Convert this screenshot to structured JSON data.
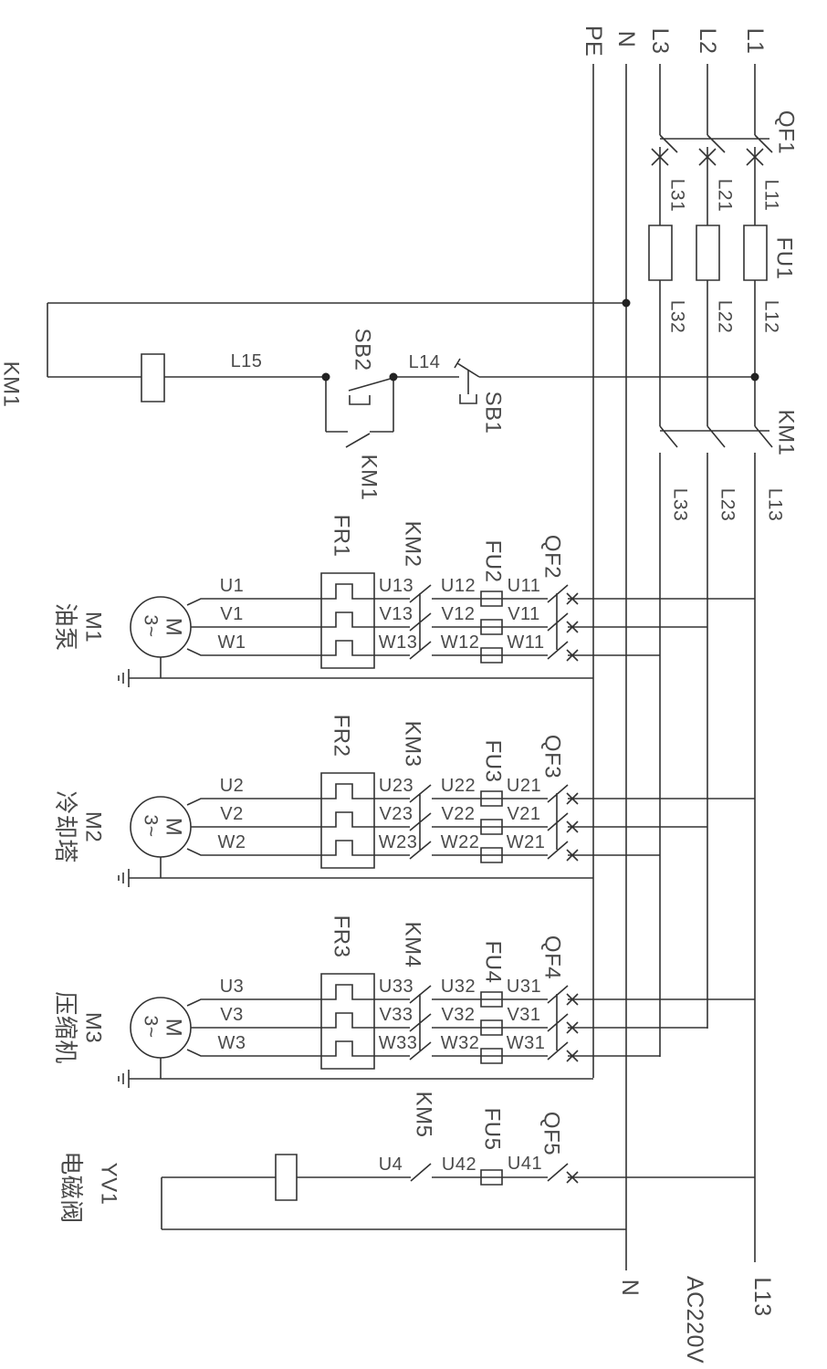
{
  "supply": {
    "l1": "L1",
    "l2": "L2",
    "l3": "L3",
    "n": "N",
    "pe": "PE"
  },
  "incoming": {
    "breaker": "QF1",
    "fuse": "FU1",
    "contactor": "KM1",
    "after_breaker": [
      "L11",
      "L21",
      "L31"
    ],
    "after_fuse": [
      "L12",
      "L22",
      "L32"
    ],
    "after_contactor": [
      "L13",
      "L23",
      "L33"
    ]
  },
  "control": {
    "coil": "KM1",
    "wire_l15": "L15",
    "start_button": "SB2",
    "wire_l14": "L14",
    "stop_button": "SB1",
    "holding_contact": "KM1"
  },
  "branches": [
    {
      "label_cn": "油泵",
      "motor": "M1",
      "motor_letter": "M",
      "motor_phases": "3~",
      "overload": "FR1",
      "contactor": "KM2",
      "fuse": "FU2",
      "breaker": "QF2",
      "wires_motor": [
        "U1",
        "V1",
        "W1"
      ],
      "wires_overload": [
        "U13",
        "V13",
        "W13"
      ],
      "wires_fuse": [
        "U12",
        "V12",
        "W12"
      ],
      "wires_breaker": [
        "U11",
        "V11",
        "W11"
      ]
    },
    {
      "label_cn": "冷却塔",
      "motor": "M2",
      "motor_letter": "M",
      "motor_phases": "3~",
      "overload": "FR2",
      "contactor": "KM3",
      "fuse": "FU3",
      "breaker": "QF3",
      "wires_motor": [
        "U2",
        "V2",
        "W2"
      ],
      "wires_overload": [
        "U23",
        "V23",
        "W23"
      ],
      "wires_fuse": [
        "U22",
        "V22",
        "W22"
      ],
      "wires_breaker": [
        "U21",
        "V21",
        "W21"
      ]
    },
    {
      "label_cn": "压缩机",
      "motor": "M3",
      "motor_letter": "M",
      "motor_phases": "3~",
      "overload": "FR3",
      "contactor": "KM4",
      "fuse": "FU4",
      "breaker": "QF4",
      "wires_motor": [
        "U3",
        "V3",
        "W3"
      ],
      "wires_overload": [
        "U33",
        "V33",
        "W33"
      ],
      "wires_fuse": [
        "U32",
        "V32",
        "W32"
      ],
      "wires_breaker": [
        "U31",
        "V31",
        "W31"
      ]
    }
  ],
  "solenoid": {
    "label_cn": "电磁阀",
    "device": "YV1",
    "contactor": "KM5",
    "fuse": "FU5",
    "breaker": "QF5",
    "wire_coil": "U4",
    "wire_fuse": "U42",
    "wire_breaker": "U41"
  },
  "footer": {
    "neutral": "N",
    "voltage": "AC220V",
    "phase": "L13"
  }
}
